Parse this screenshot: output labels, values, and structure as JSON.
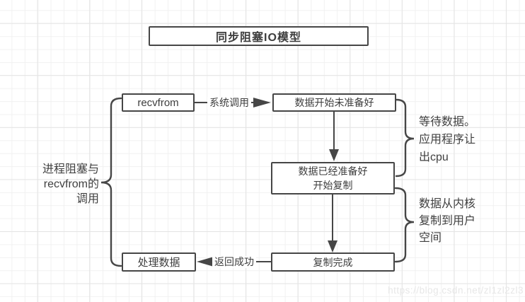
{
  "diagram": {
    "title": "同步阻塞IO模型",
    "nodes": {
      "recvfrom": "recvfrom",
      "data_not_ready": "数据开始未准备好",
      "data_ready": [
        "数据已经准备好",
        "开始复制"
      ],
      "copy_done": "复制完成",
      "process_data": "处理数据"
    },
    "edge_labels": {
      "syscall": "系统调用",
      "return_success": "返回成功"
    },
    "annotations": {
      "left": [
        "进程阻塞与",
        "recvfrom的",
        "调用"
      ],
      "right_wait": [
        "等待数据。",
        "应用程序让",
        "出cpu"
      ],
      "right_copy": [
        "数据从内核",
        "复制到用户",
        "空间"
      ]
    },
    "watermark": "https://blog.csdn.net/zl1zl2zl3",
    "colors": {
      "stroke": "#464646",
      "text": "#3d3d3d",
      "grid_minor": "#f1f1f1",
      "grid_major": "#e4e4e4",
      "watermark": "#e7e7e7",
      "node_fill": "#ffffff"
    }
  }
}
